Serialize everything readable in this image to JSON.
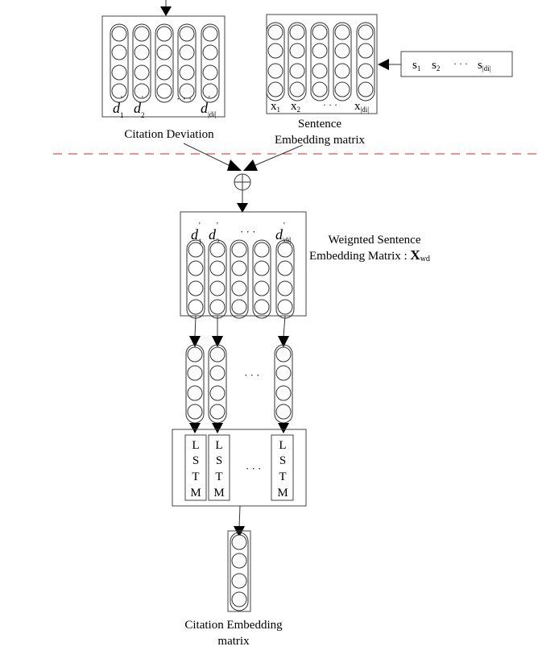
{
  "diagram": {
    "citation_deviation": {
      "caption": "Citation Deviation",
      "column_labels": [
        {
          "base": "d",
          "prime": "'",
          "sub": "1"
        },
        {
          "base": "d",
          "prime": "'",
          "sub": "2"
        },
        {
          "base": "· · ·"
        },
        {
          "base": "d",
          "prime": "'",
          "sub": "|d",
          "sub2": "i",
          "sub3": "|"
        }
      ]
    },
    "sentence_embedding": {
      "caption_line1": "Sentence",
      "caption_line2": "Embedding matrix",
      "column_labels": [
        {
          "base": "x",
          "sub": "1"
        },
        {
          "base": "x",
          "sub": "2"
        },
        {
          "base": "· · ·"
        },
        {
          "base": "x",
          "sub": "|di|"
        }
      ]
    },
    "sentence_input": {
      "items": [
        {
          "base": "s",
          "sub": "1"
        },
        {
          "base": "s",
          "sub": "2"
        },
        {
          "base": "· · ·"
        },
        {
          "base": "s",
          "sub": "|di|"
        }
      ]
    },
    "combine_operator": "⊕",
    "weighted_matrix": {
      "caption_line1": "Weignted Sentence",
      "caption_line2_prefix": "Embedding  Matrix : ",
      "caption_symbol": "X",
      "caption_symbol_sub": "wd",
      "column_labels": [
        {
          "base": "d",
          "prime": "'",
          "sub": "1"
        },
        {
          "base": "d",
          "prime": "'",
          "sub": "2"
        },
        {
          "base": "· · ·"
        },
        {
          "base": "d",
          "prime": "'",
          "sub": "|d",
          "sub2": "i",
          "sub3": "|"
        }
      ]
    },
    "hidden_dots": "· · ·",
    "lstm": {
      "letters": [
        "L",
        "S",
        "T",
        "M"
      ],
      "dots": "· · ·"
    },
    "output": {
      "caption_line1": "Citation Embedding",
      "caption_line2": "matrix"
    }
  }
}
